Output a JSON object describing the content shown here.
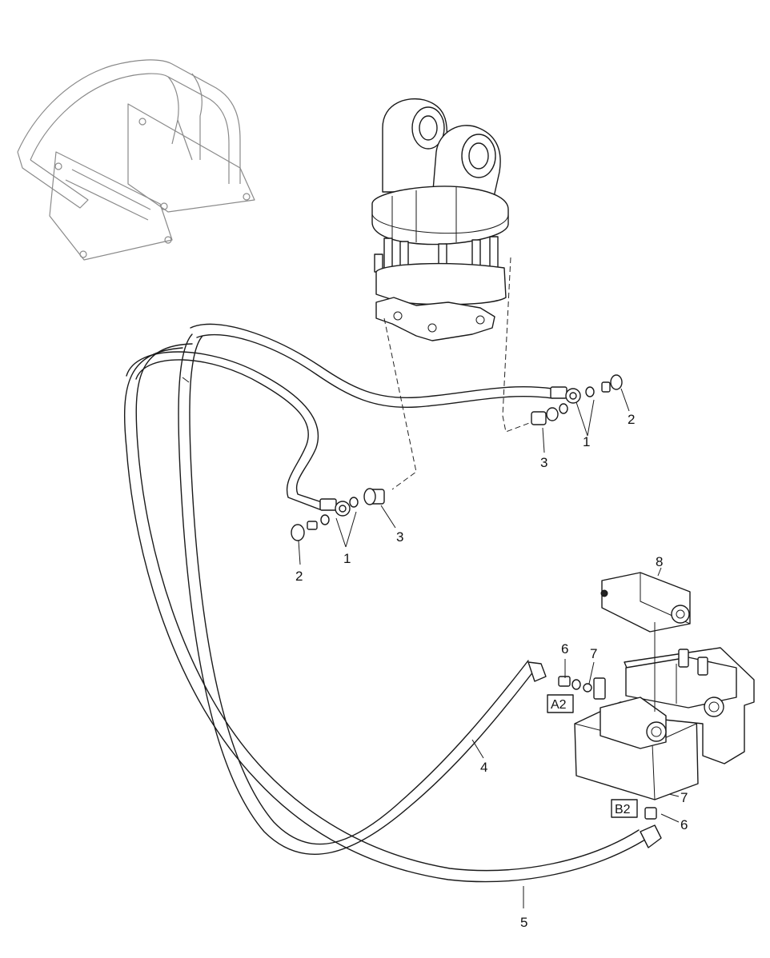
{
  "callouts": {
    "c1_top": "1",
    "c2_top": "2",
    "c3_top": "3",
    "c1_mid": "1",
    "c2_mid": "2",
    "c3_mid": "3",
    "c4": "4",
    "c5": "5",
    "c6_top": "6",
    "c6_bot": "6",
    "c7_top": "7",
    "c7_bot": "7",
    "c8": "8"
  },
  "ports": {
    "a2": "A2",
    "b2": "B2"
  }
}
